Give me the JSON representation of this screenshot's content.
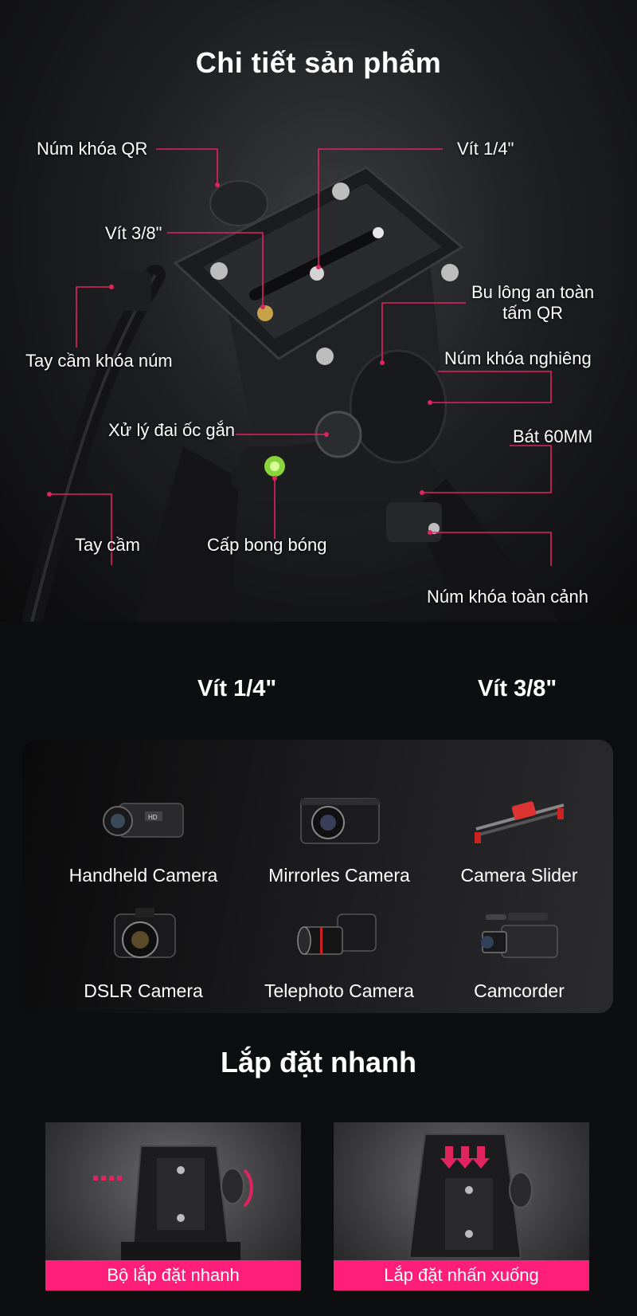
{
  "detail": {
    "title": "Chi tiết sản phẩm",
    "callouts": {
      "qr_knob": "Núm khóa QR",
      "screw_14": "Vít 1/4\"",
      "screw_38": "Vít 3/8\"",
      "safety_bolt_line1": "Bu lông an toàn",
      "safety_bolt_line2": "tấm QR",
      "knob_handle": "Tay cầm khóa núm",
      "tilt_knob": "Núm khóa nghiêng",
      "nut_handle": "Xử lý đai ốc gắn",
      "bowl": "Bát 60MM",
      "handle": "Tay cầm",
      "bubble_level": "Cấp bong bóng",
      "pan_knob": "Núm khóa toàn cảnh"
    },
    "accent_color": "#e0245e"
  },
  "screws": {
    "left": "Vít 1/4\"",
    "right": "Vít 3/8\""
  },
  "compat": {
    "devices": [
      {
        "name": "Handheld Camera",
        "icon": "handheld-camera-icon"
      },
      {
        "name": "Mirrorles Camera",
        "icon": "mirrorless-camera-icon"
      },
      {
        "name": "Camera Slider",
        "icon": "camera-slider-icon"
      },
      {
        "name": "DSLR Camera",
        "icon": "dslr-camera-icon"
      },
      {
        "name": "Telephoto Camera",
        "icon": "telephoto-camera-icon"
      },
      {
        "name": "Camcorder",
        "icon": "camcorder-icon"
      }
    ]
  },
  "install": {
    "title": "Lắp đặt nhanh",
    "cards": [
      {
        "caption": "Bộ lắp đặt nhanh"
      },
      {
        "caption": "Lắp đặt nhấn xuống"
      }
    ],
    "caption_color": "#ff1f7a"
  }
}
